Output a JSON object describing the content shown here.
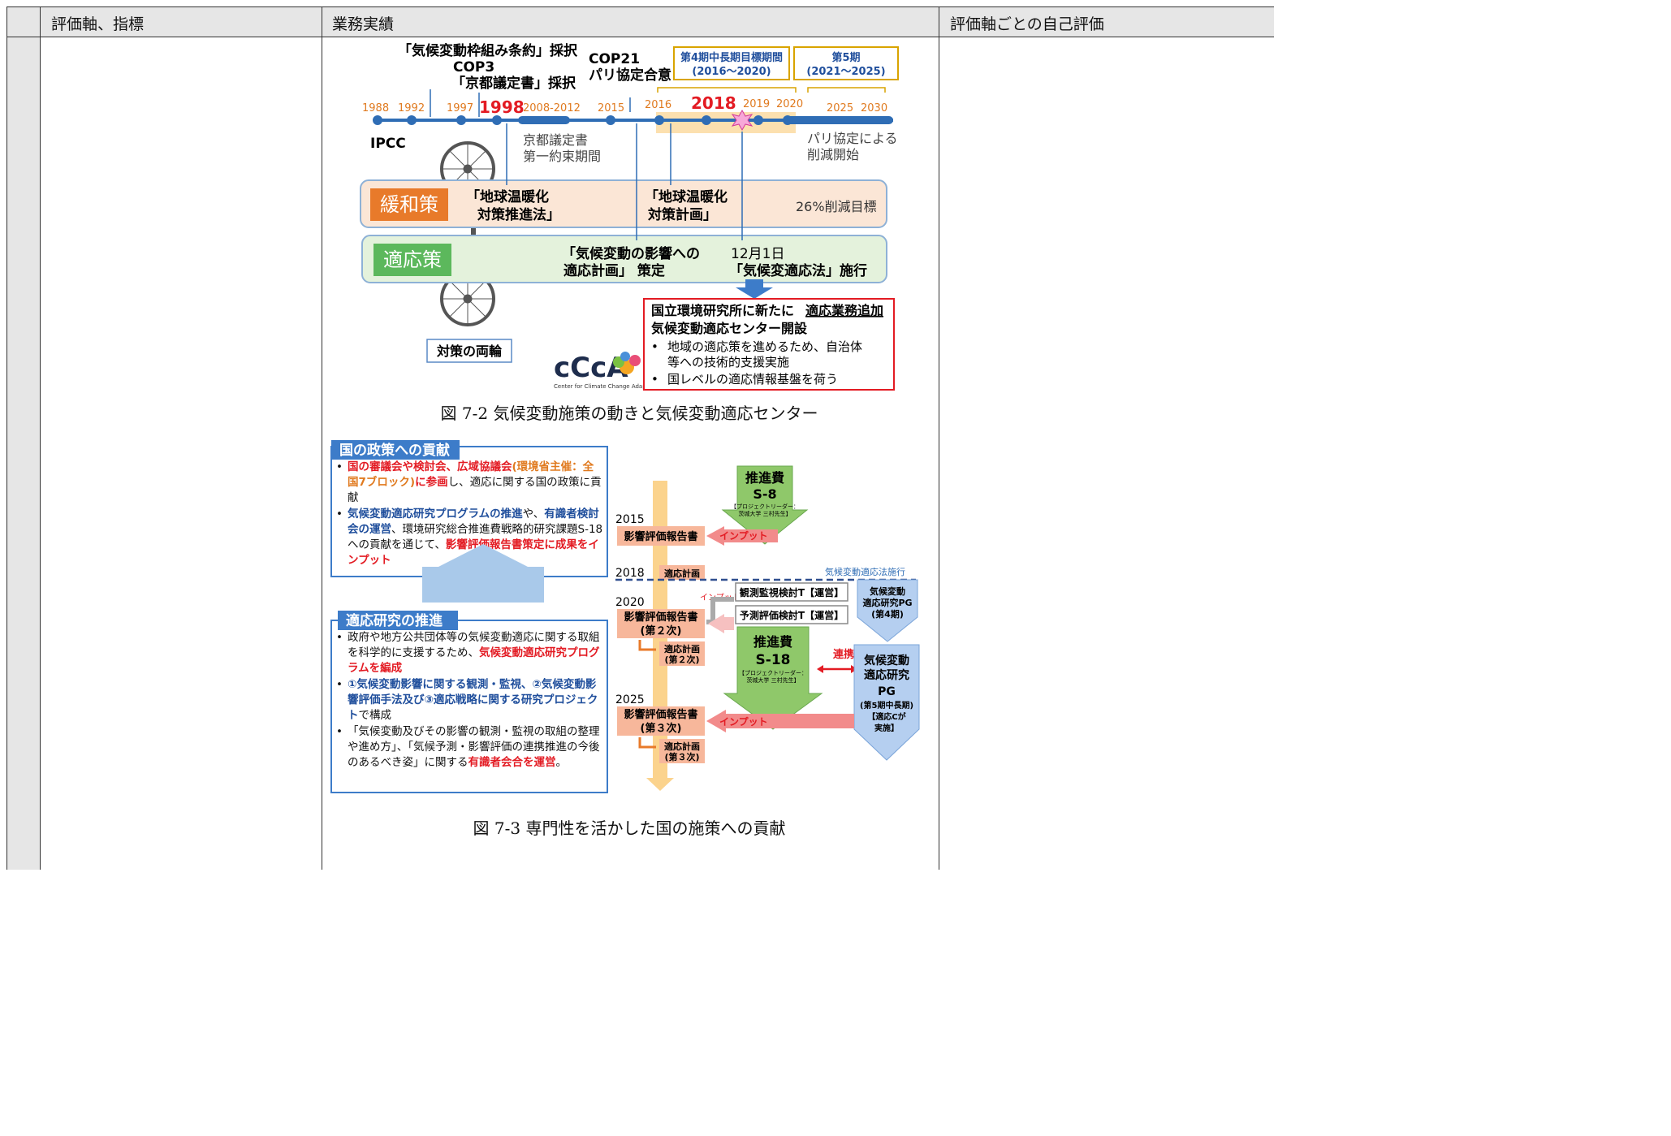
{
  "table": {
    "headers": [
      "評価軸、指標",
      "業務実績",
      "評価軸ごとの自己評価"
    ]
  },
  "fig1": {
    "caption": "図 7-2 気候変動施策の動きと気候変動適応センター",
    "events": {
      "unfccc": "「気候変動枠組み条約」採択",
      "cop3": "COP3",
      "kyoto": "「京都議定書」採択",
      "cop21": "COP21",
      "paris": "パリ協定合意",
      "period4_title": "第4期中長期目標期間",
      "period4_range": "(2016〜2020)",
      "period5_title": "第5期",
      "period5_range": "(2021〜2025)"
    },
    "years": [
      "1988",
      "1992",
      "1997",
      "1998",
      "2008-2012",
      "2015",
      "2016",
      "2018",
      "2019",
      "2020",
      "2025",
      "2030"
    ],
    "ipcc": "IPCC",
    "kyoto_period": [
      "京都議定書",
      "第一約束期間"
    ],
    "paris_start": [
      "パリ協定による",
      "削減開始"
    ],
    "mitigation": {
      "label": "緩和策",
      "law": [
        "「地球温暖化",
        "対策推進法」"
      ],
      "plan": [
        "「地球温暖化",
        "対策計画」"
      ],
      "target": "26%削減目標"
    },
    "adaptation": {
      "label": "適応策",
      "plan": [
        "「気候変動の影響への",
        "適応計画」 策定"
      ],
      "date": "12月1日",
      "law": "「気候変適応法」施行"
    },
    "wheels": "対策の両輪",
    "redbox": {
      "line1a": "国立環境研究所に新たに",
      "line1b": "適応業務追加",
      "line2": "気候変動適応センター開設",
      "bullet1": [
        "地域の適応策を進めるため、自治体",
        "等への技術的支援実施"
      ],
      "bullet2": "国レベルの適応情報基盤を荷う"
    },
    "ccca": {
      "logo": "cCcA",
      "sub": "Center for Climate Change Adaptation"
    }
  },
  "fig2": {
    "caption": "図 7-3 専門性を活かした国の施策への貢献",
    "policy_title": "国の政策への貢献",
    "policy_items": [
      [
        {
          "t": "国の審議会や検討会、広域協議会",
          "c": "red"
        },
        {
          "t": "(環境省主催：全国7ブロック)",
          "c": "orange"
        },
        {
          "t": "に参画",
          "c": "red"
        },
        {
          "t": "し、適応に関する国の政策に貢献",
          "c": "black"
        }
      ],
      [
        {
          "t": "気候変動適応研究プログラムの推進",
          "c": "blue"
        },
        {
          "t": "や、",
          "c": "black"
        },
        {
          "t": "有識者検討会の運営",
          "c": "blue"
        },
        {
          "t": "、環境研究総合推進費戦略的研究課題S-18への貢献を通じて、",
          "c": "black"
        },
        {
          "t": "影響評価報告書策定に成果をインプット",
          "c": "red"
        }
      ]
    ],
    "research_title": "適応研究の推進",
    "research_items": [
      [
        {
          "t": "政府や地方公共団体等の気候変動適応に関する取組を科学的に支援するため、",
          "c": "black"
        },
        {
          "t": "気候変動適応研究プログラムを編成",
          "c": "red"
        }
      ],
      [
        {
          "t": "①気候変動影響に関する観測・監視、②気候変動影響評価手法及び③適応戦略に関する研究プロジェクト",
          "c": "blue"
        },
        {
          "t": "で構成",
          "c": "black"
        }
      ],
      [
        {
          "t": "「気候変動及びその影響の観測・監視の取組の整理や進め方」、「気候予測・影響評価の連携推進の今後のあるべき姿」に関する",
          "c": "black"
        },
        {
          "t": "有識者会合を運営",
          "c": "red"
        },
        {
          "t": "。",
          "c": "black"
        }
      ]
    ],
    "timeline": {
      "y2015": "2015",
      "y2018": "2018",
      "y2020": "2020",
      "y2025": "2025",
      "report1": "影響評価報告書",
      "plan1": "適応計画",
      "report2": [
        "影響評価報告書",
        "(第２次)"
      ],
      "plan2": [
        "適応計画",
        "(第２次)"
      ],
      "report3": [
        "影響評価報告書",
        "(第３次)"
      ],
      "plan3": [
        "適応計画",
        "(第３次)"
      ],
      "law_line": "気候変動適応法施行"
    },
    "s8": {
      "title": "推進費",
      "code": "S-8",
      "leader": [
        "【プロジェクトリーダー：",
        "茨城大学 三村先生】"
      ]
    },
    "s18": {
      "title": "推進費",
      "code": "S-18",
      "leader": [
        "【プロジェクトリーダー：",
        "茨城大学 三村先生】"
      ]
    },
    "input": "インプット",
    "committees": [
      "観測監視検討T【運営】",
      "予測評価検討T【運営】"
    ],
    "pg4": [
      "気候変動",
      "適応研究PG",
      "(第4期)"
    ],
    "renkei": "連携",
    "pg5": [
      "気候変動",
      "適応研究",
      "PG",
      "(第5期中長期)",
      "【適応Cが",
      "実施】"
    ]
  }
}
